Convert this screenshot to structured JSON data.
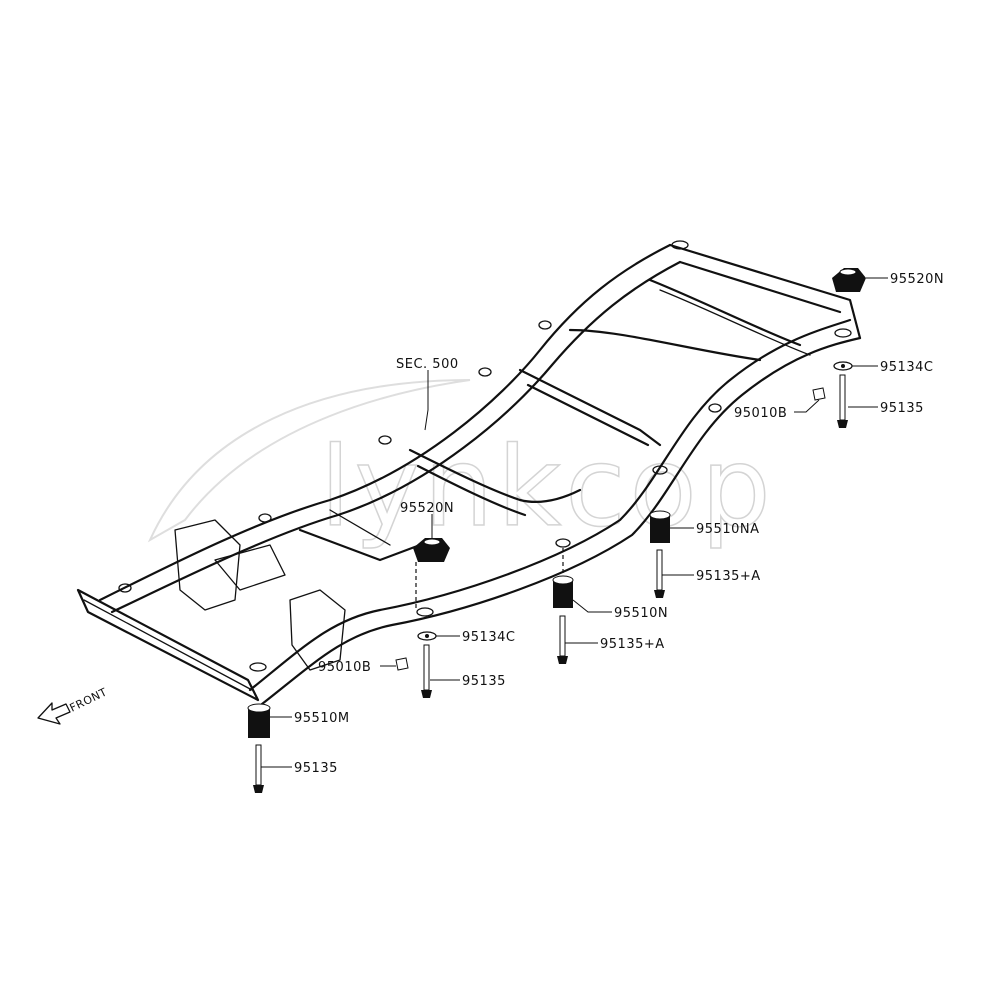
{
  "diagram": {
    "watermark": "lynkcop",
    "direction_label": "FRONT",
    "section_ref": "SEC. 500",
    "callouts": {
      "mount_rear_upper": "95520N",
      "washer_rear": "95134C",
      "clip_rear": "95010B",
      "bolt_rear": "95135",
      "mount_mid_upper": "95520N",
      "washer_mid": "95134C",
      "clip_mid": "95010B",
      "bolt_mid": "95135",
      "insulator_na": "95510NA",
      "bolt_na": "95135+A",
      "insulator_n": "95510N",
      "bolt_n": "95135+A",
      "insulator_m": "95510M",
      "bolt_m": "95135"
    }
  }
}
